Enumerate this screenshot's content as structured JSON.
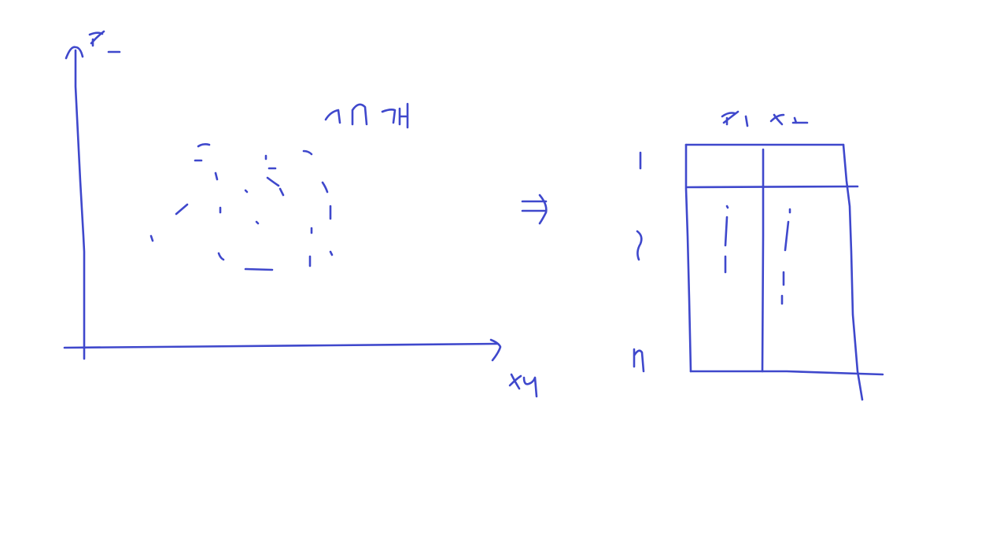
{
  "ink_color": "#3f48cc",
  "background": "#ffffff",
  "scatter_plot": {
    "y_axis_label": "x2",
    "x_axis_label": "x1",
    "points_annotation": "n개"
  },
  "implies_symbol": "⇒",
  "matrix": {
    "column_headers": [
      "x1",
      "x2"
    ],
    "row_labels": [
      "1",
      "2",
      "n"
    ],
    "cell_fill": "ellipsis-vertical"
  }
}
